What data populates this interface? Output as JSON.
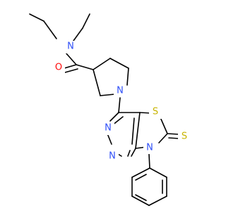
{
  "molecule": {
    "colors": {
      "bond": "#000000",
      "O": "#ff0d0d",
      "N": "#3050f8",
      "S": "#c8b400",
      "background": "#ffffff"
    },
    "atom_labels": [
      {
        "id": "n_amide",
        "text": "N",
        "element": "N"
      },
      {
        "id": "o_carbonyl",
        "text": "O",
        "element": "O"
      },
      {
        "id": "n_piperidine",
        "text": "N",
        "element": "N"
      },
      {
        "id": "s_ring",
        "text": "S",
        "element": "S"
      },
      {
        "id": "s_thione",
        "text": "S",
        "element": "S"
      },
      {
        "id": "n_pyrimidine_1",
        "text": "N",
        "element": "N"
      },
      {
        "id": "n_pyrimidine_2",
        "text": "N",
        "element": "N"
      },
      {
        "id": "n_thiazole",
        "text": "N",
        "element": "N"
      }
    ]
  }
}
